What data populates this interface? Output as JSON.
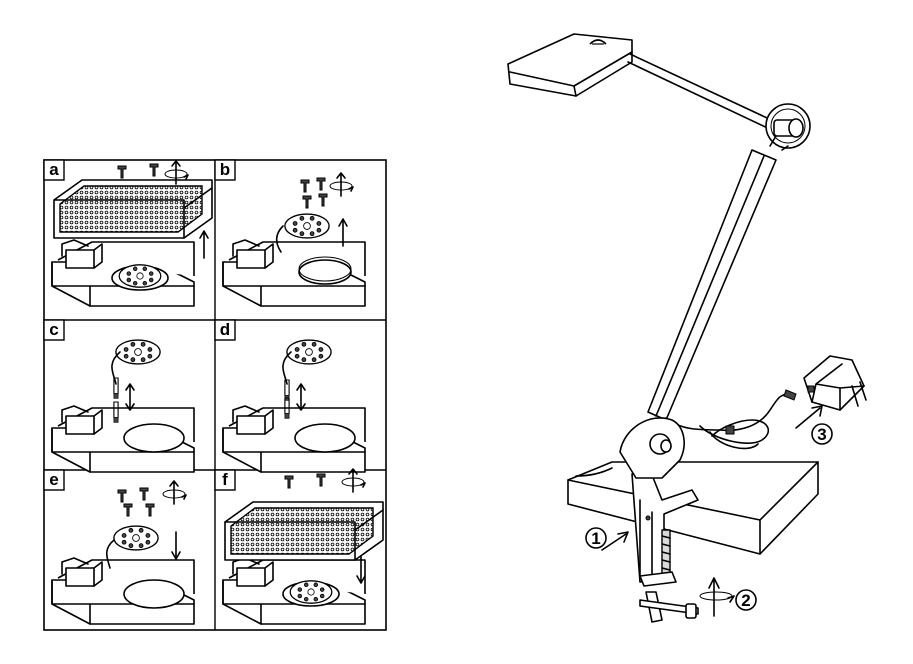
{
  "assembly_panels": [
    {
      "letter": "a"
    },
    {
      "letter": "b"
    },
    {
      "letter": "c"
    },
    {
      "letter": "d"
    },
    {
      "letter": "e"
    },
    {
      "letter": "f"
    }
  ],
  "install_steps": [
    {
      "number": "1"
    },
    {
      "number": "2"
    },
    {
      "number": "3"
    }
  ],
  "colors": {
    "line": "#000000",
    "background": "#ffffff",
    "shade": "#d9d9d9"
  }
}
